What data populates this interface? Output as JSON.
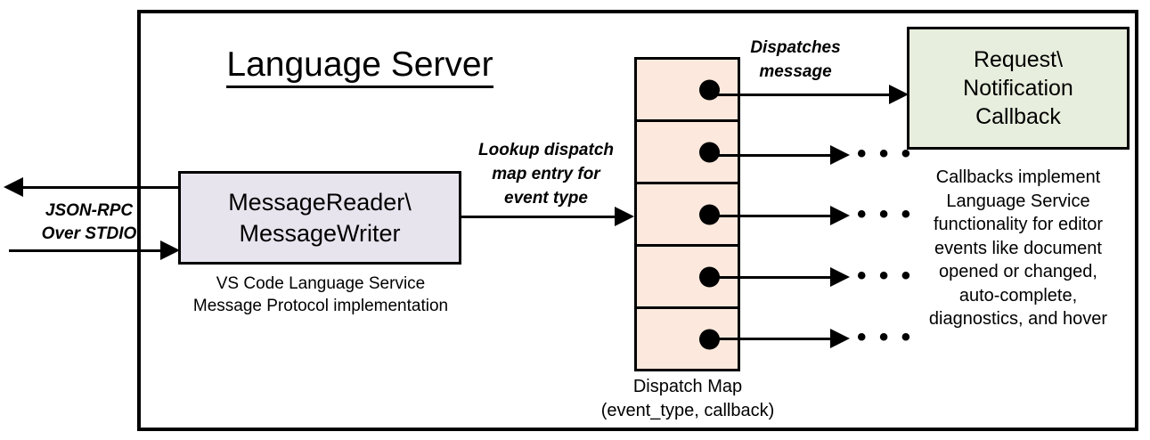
{
  "diagram": {
    "container_label": "Language Server",
    "colors": {
      "message_box_fill": "#e8e4ee",
      "dispatch_cell_fill": "#fce8dc",
      "callback_box_fill": "#e7eedd",
      "stroke": "#000000",
      "background": "#ffffff"
    },
    "io": {
      "label_line1": "JSON-RPC",
      "label_line2": "Over STDIO"
    },
    "message_reader": {
      "title_line1": "MessageReader\\",
      "title_line2": "MessageWriter",
      "caption_line1": "VS Code Language Service",
      "caption_line2": "Message Protocol implementation"
    },
    "lookup_edge": {
      "line1": "Lookup dispatch",
      "line2": "map entry for",
      "line3": "event type"
    },
    "dispatch_map": {
      "caption_line1": "Dispatch Map",
      "caption_line2": "(event_type, callback)",
      "cells": [
        {
          "index": 1
        },
        {
          "index": 2
        },
        {
          "index": 3
        },
        {
          "index": 4
        },
        {
          "index": 5
        }
      ]
    },
    "dispatch_edge": {
      "line1": "Dispatches",
      "line2": "message"
    },
    "callback": {
      "title_line1": "Request\\",
      "title_line2": "Notification",
      "title_line3": "Callback",
      "desc_line1": "Callbacks implement",
      "desc_line2": "Language Service",
      "desc_line3": "functionality for editor",
      "desc_line4": "events like document",
      "desc_line5": "opened or changed,",
      "desc_line6": "auto-complete,",
      "desc_line7": "diagnostics, and hover"
    },
    "ellipsis": "• • •"
  }
}
